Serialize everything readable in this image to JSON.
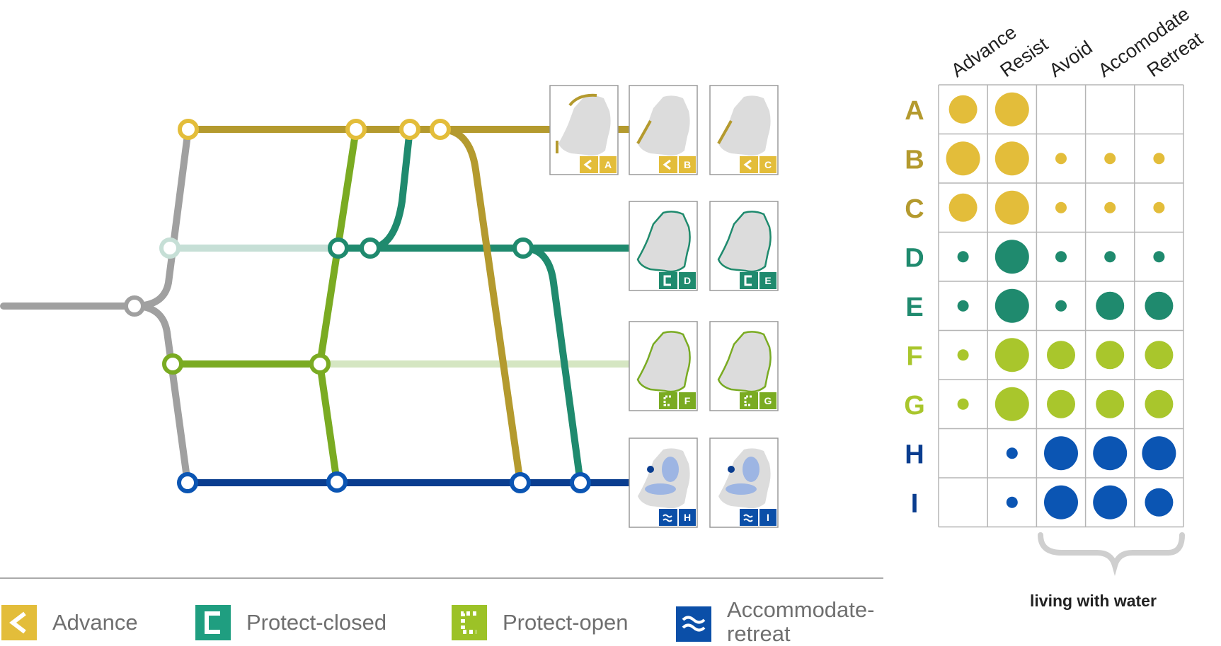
{
  "colors": {
    "advance": "#b49a2e",
    "advance_badge": "#e3bd3a",
    "protect_closed": "#1f8a6e",
    "protect_open": "#7aab22",
    "protect_open_light": "#a9c62c",
    "accommodate": "#0a3d8f",
    "dot_blue": "#0b55b3",
    "grey": "#a0a0a0"
  },
  "tiles": [
    {
      "letter": "A",
      "icon": "advance-chevron-icon",
      "color": "#e3bd3a"
    },
    {
      "letter": "B",
      "icon": "advance-chevron-icon",
      "color": "#e3bd3a"
    },
    {
      "letter": "C",
      "icon": "advance-chevron-icon",
      "color": "#e3bd3a"
    },
    {
      "letter": "D",
      "icon": "protect-closed-bracket-icon",
      "color": "#1f8a6e"
    },
    {
      "letter": "E",
      "icon": "protect-closed-bracket-icon",
      "color": "#1f8a6e"
    },
    {
      "letter": "F",
      "icon": "protect-open-bracket-icon",
      "color": "#7aab22"
    },
    {
      "letter": "G",
      "icon": "protect-open-bracket-icon",
      "color": "#7aab22"
    },
    {
      "letter": "H",
      "icon": "waves-icon",
      "color": "#0b4fa8"
    },
    {
      "letter": "I",
      "icon": "waves-icon",
      "color": "#0b4fa8"
    }
  ],
  "matrix": {
    "columns": [
      "Advance",
      "Resist",
      "Avoid",
      "Accomodate",
      "Retreat"
    ],
    "rows": [
      {
        "label": "A",
        "color": "#e3bd3a",
        "label_color": "#b49a2e",
        "sizes": [
          3,
          4,
          0,
          0,
          0
        ]
      },
      {
        "label": "B",
        "color": "#e3bd3a",
        "label_color": "#b49a2e",
        "sizes": [
          4,
          4,
          1,
          1,
          1
        ]
      },
      {
        "label": "C",
        "color": "#e3bd3a",
        "label_color": "#b49a2e",
        "sizes": [
          3,
          4,
          1,
          1,
          1
        ]
      },
      {
        "label": "D",
        "color": "#1f8a6e",
        "label_color": "#1f8a6e",
        "sizes": [
          1,
          4,
          1,
          1,
          1
        ]
      },
      {
        "label": "E",
        "color": "#1f8a6e",
        "label_color": "#1f8a6e",
        "sizes": [
          1,
          4,
          1,
          3,
          3
        ]
      },
      {
        "label": "F",
        "color": "#a9c62c",
        "label_color": "#a9c62c",
        "sizes": [
          1,
          4,
          3,
          3,
          3
        ]
      },
      {
        "label": "G",
        "color": "#a9c62c",
        "label_color": "#a9c62c",
        "sizes": [
          1,
          4,
          3,
          3,
          3
        ]
      },
      {
        "label": "H",
        "color": "#0b55b3",
        "label_color": "#0a3d8f",
        "sizes": [
          0,
          1,
          4,
          4,
          4
        ]
      },
      {
        "label": "I",
        "color": "#0b55b3",
        "label_color": "#0a3d8f",
        "sizes": [
          0,
          1,
          4,
          4,
          3
        ]
      }
    ],
    "group_label": "living with water"
  },
  "legend": [
    {
      "label": "Advance",
      "icon": "advance-chevron-icon",
      "color": "#e3bd3a"
    },
    {
      "label": "Protect-closed",
      "icon": "protect-closed-bracket-icon",
      "color": "#1f9e80"
    },
    {
      "label": "Protect-open",
      "icon": "protect-open-bracket-icon",
      "color": "#9cc227"
    },
    {
      "label": "Accommodate-\nretreat",
      "icon": "waves-icon",
      "color": "#0b4fa8"
    }
  ]
}
